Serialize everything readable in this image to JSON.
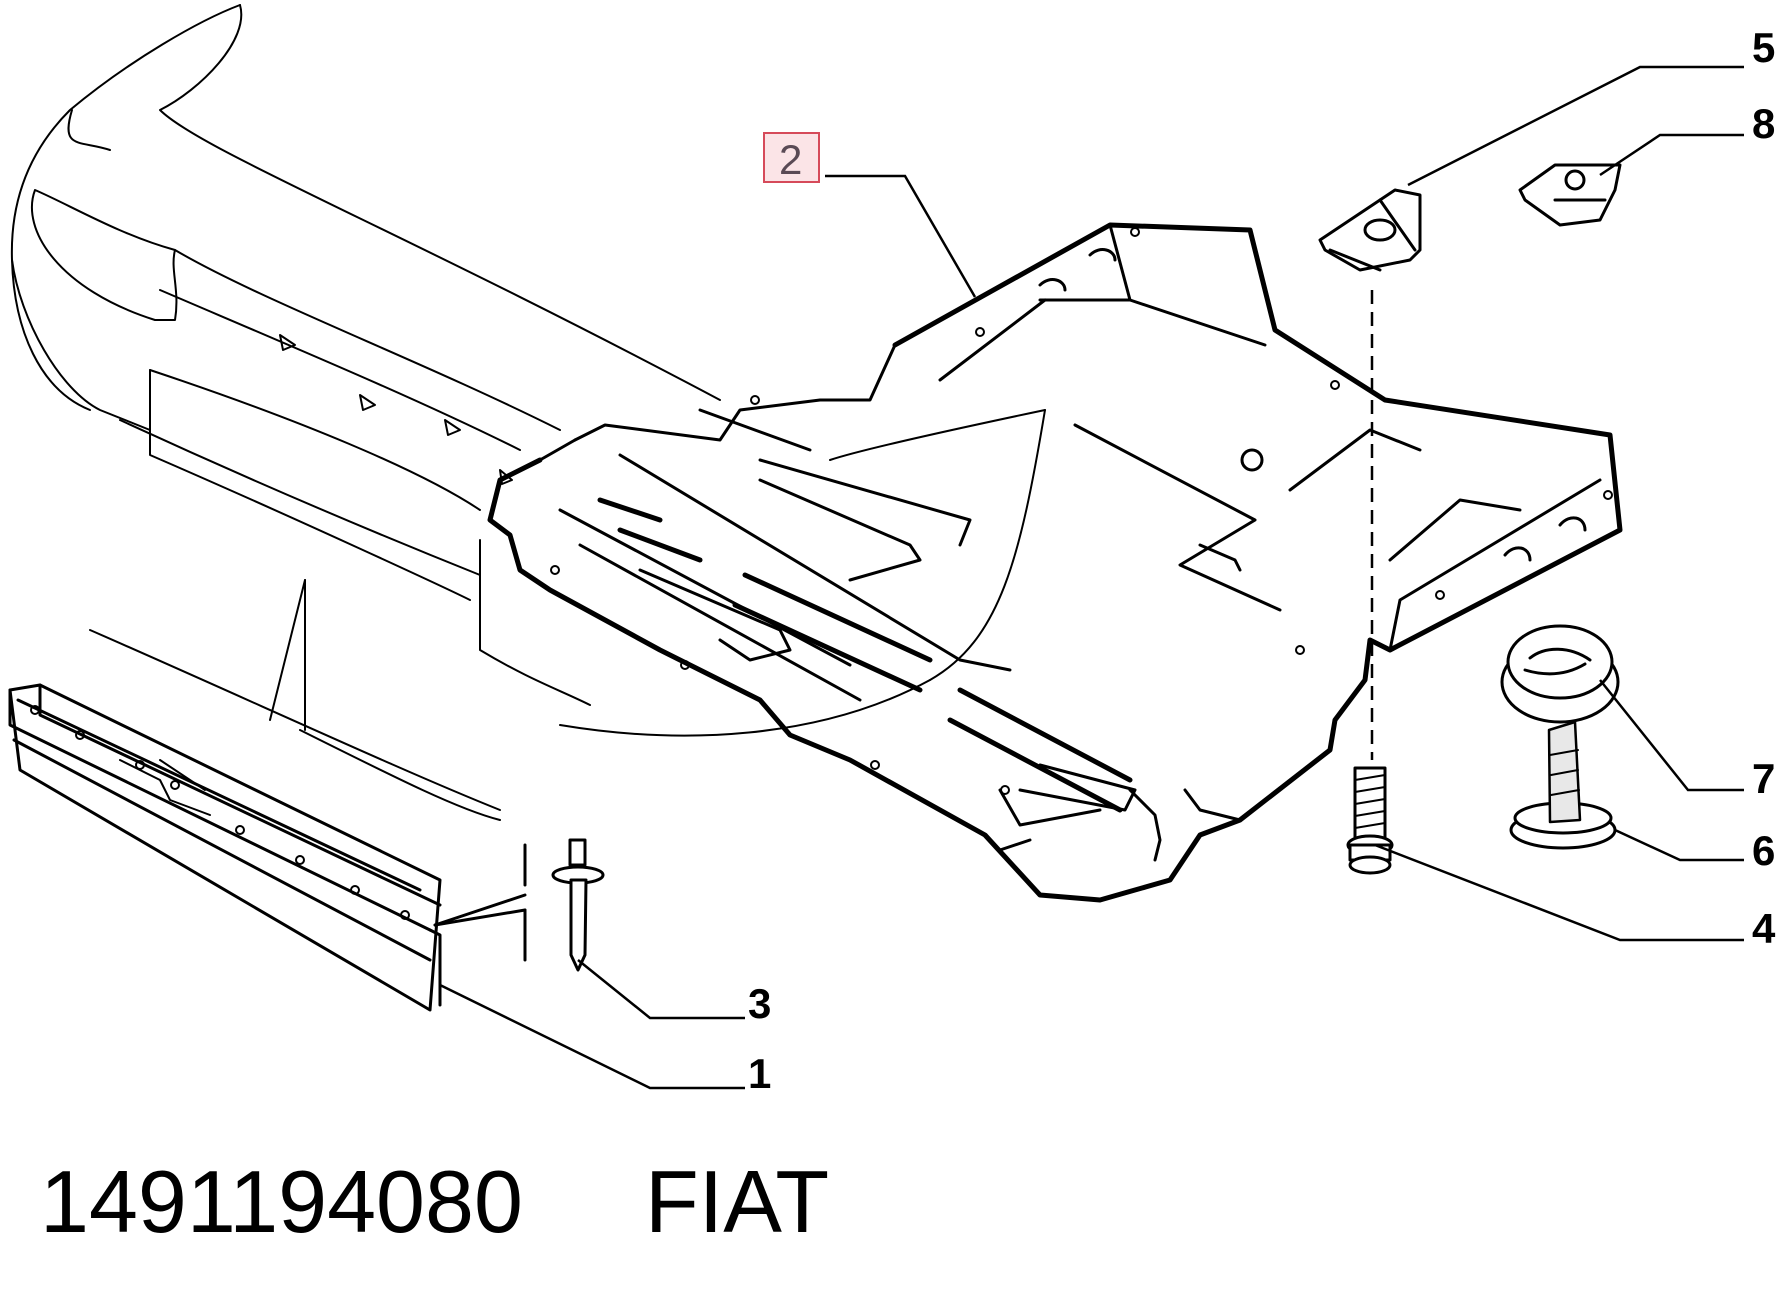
{
  "callouts": {
    "c1": "1",
    "c2": "2",
    "c3": "3",
    "c4": "4",
    "c5": "5",
    "c6": "6",
    "c7": "7",
    "c8": "8"
  },
  "highlighted_callout": "2",
  "footer": {
    "part_number": "1491194080",
    "brand": "FIAT"
  }
}
